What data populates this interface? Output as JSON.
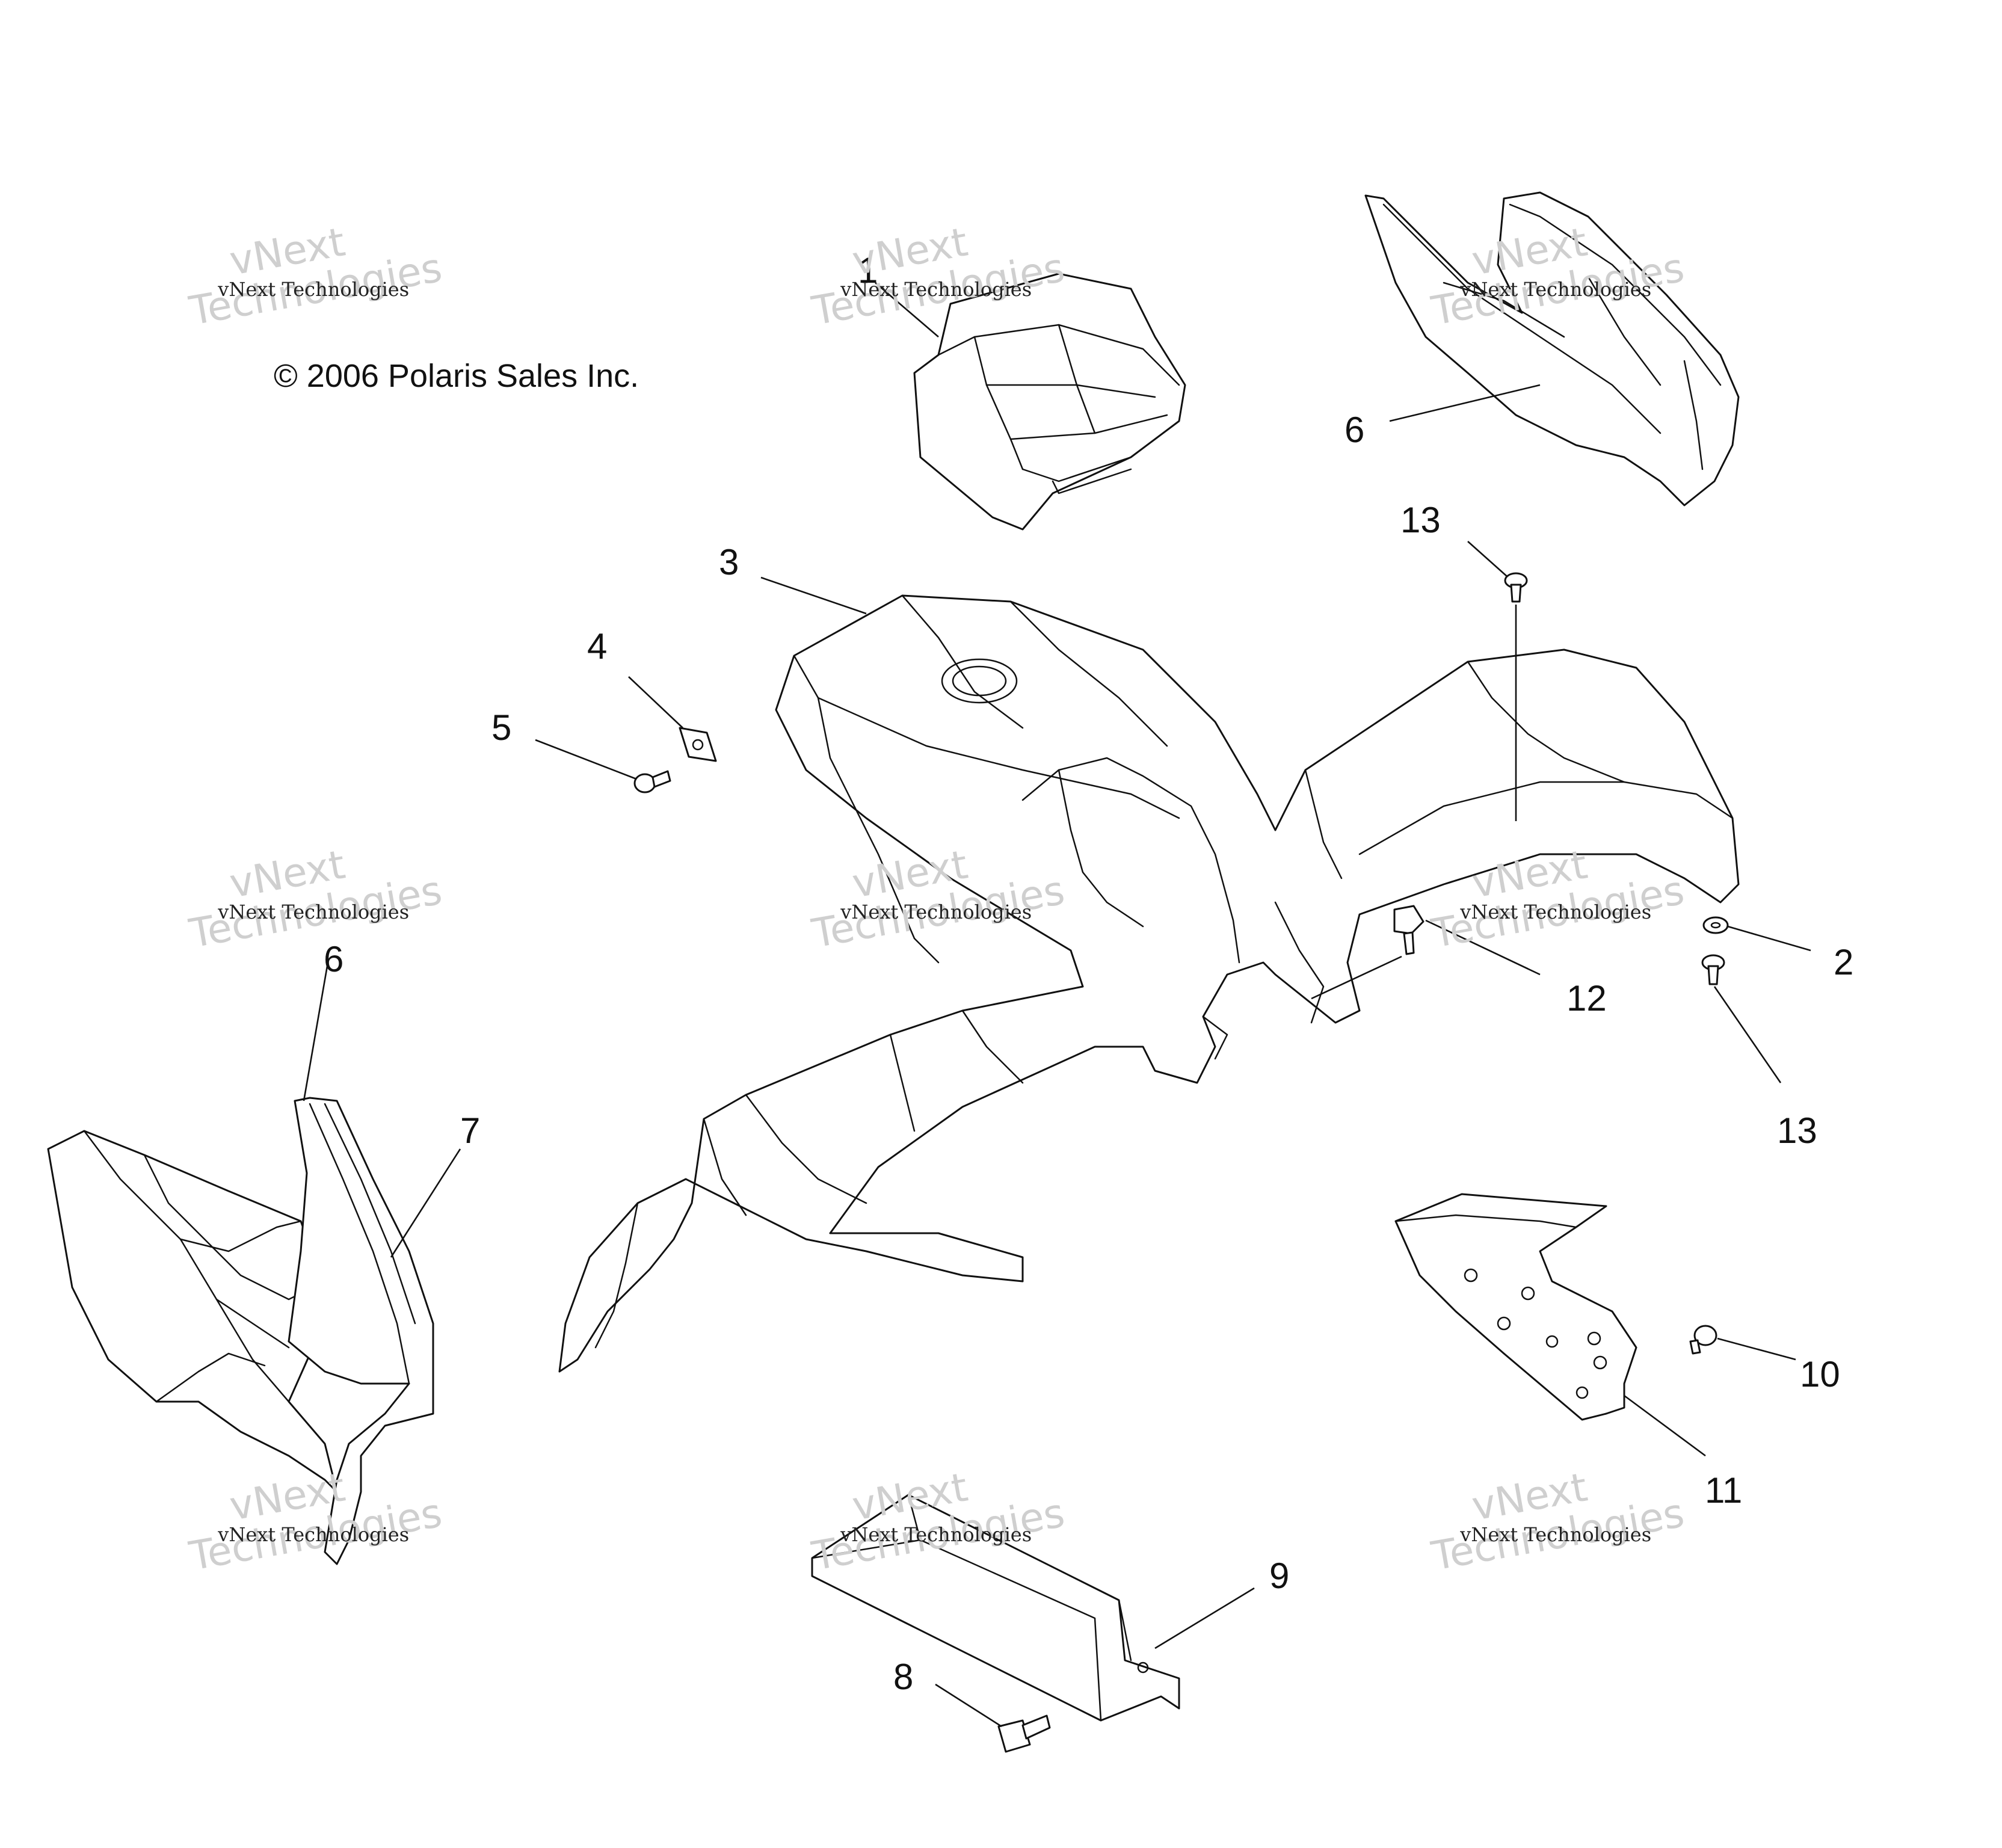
{
  "copyright": "© 2006 Polaris Sales Inc.",
  "watermark": {
    "line_small": "vNext Technologies",
    "big_top": "vNext",
    "big_bottom": "Technologies"
  },
  "callouts": {
    "c1": "1",
    "c2": "2",
    "c3": "3",
    "c4": "4",
    "c5": "5",
    "c6_top": "6",
    "c6_left": "6",
    "c7": "7",
    "c8": "8",
    "c9": "9",
    "c10": "10",
    "c11": "11",
    "c12": "12",
    "c13_top": "13",
    "c13_right": "13"
  }
}
